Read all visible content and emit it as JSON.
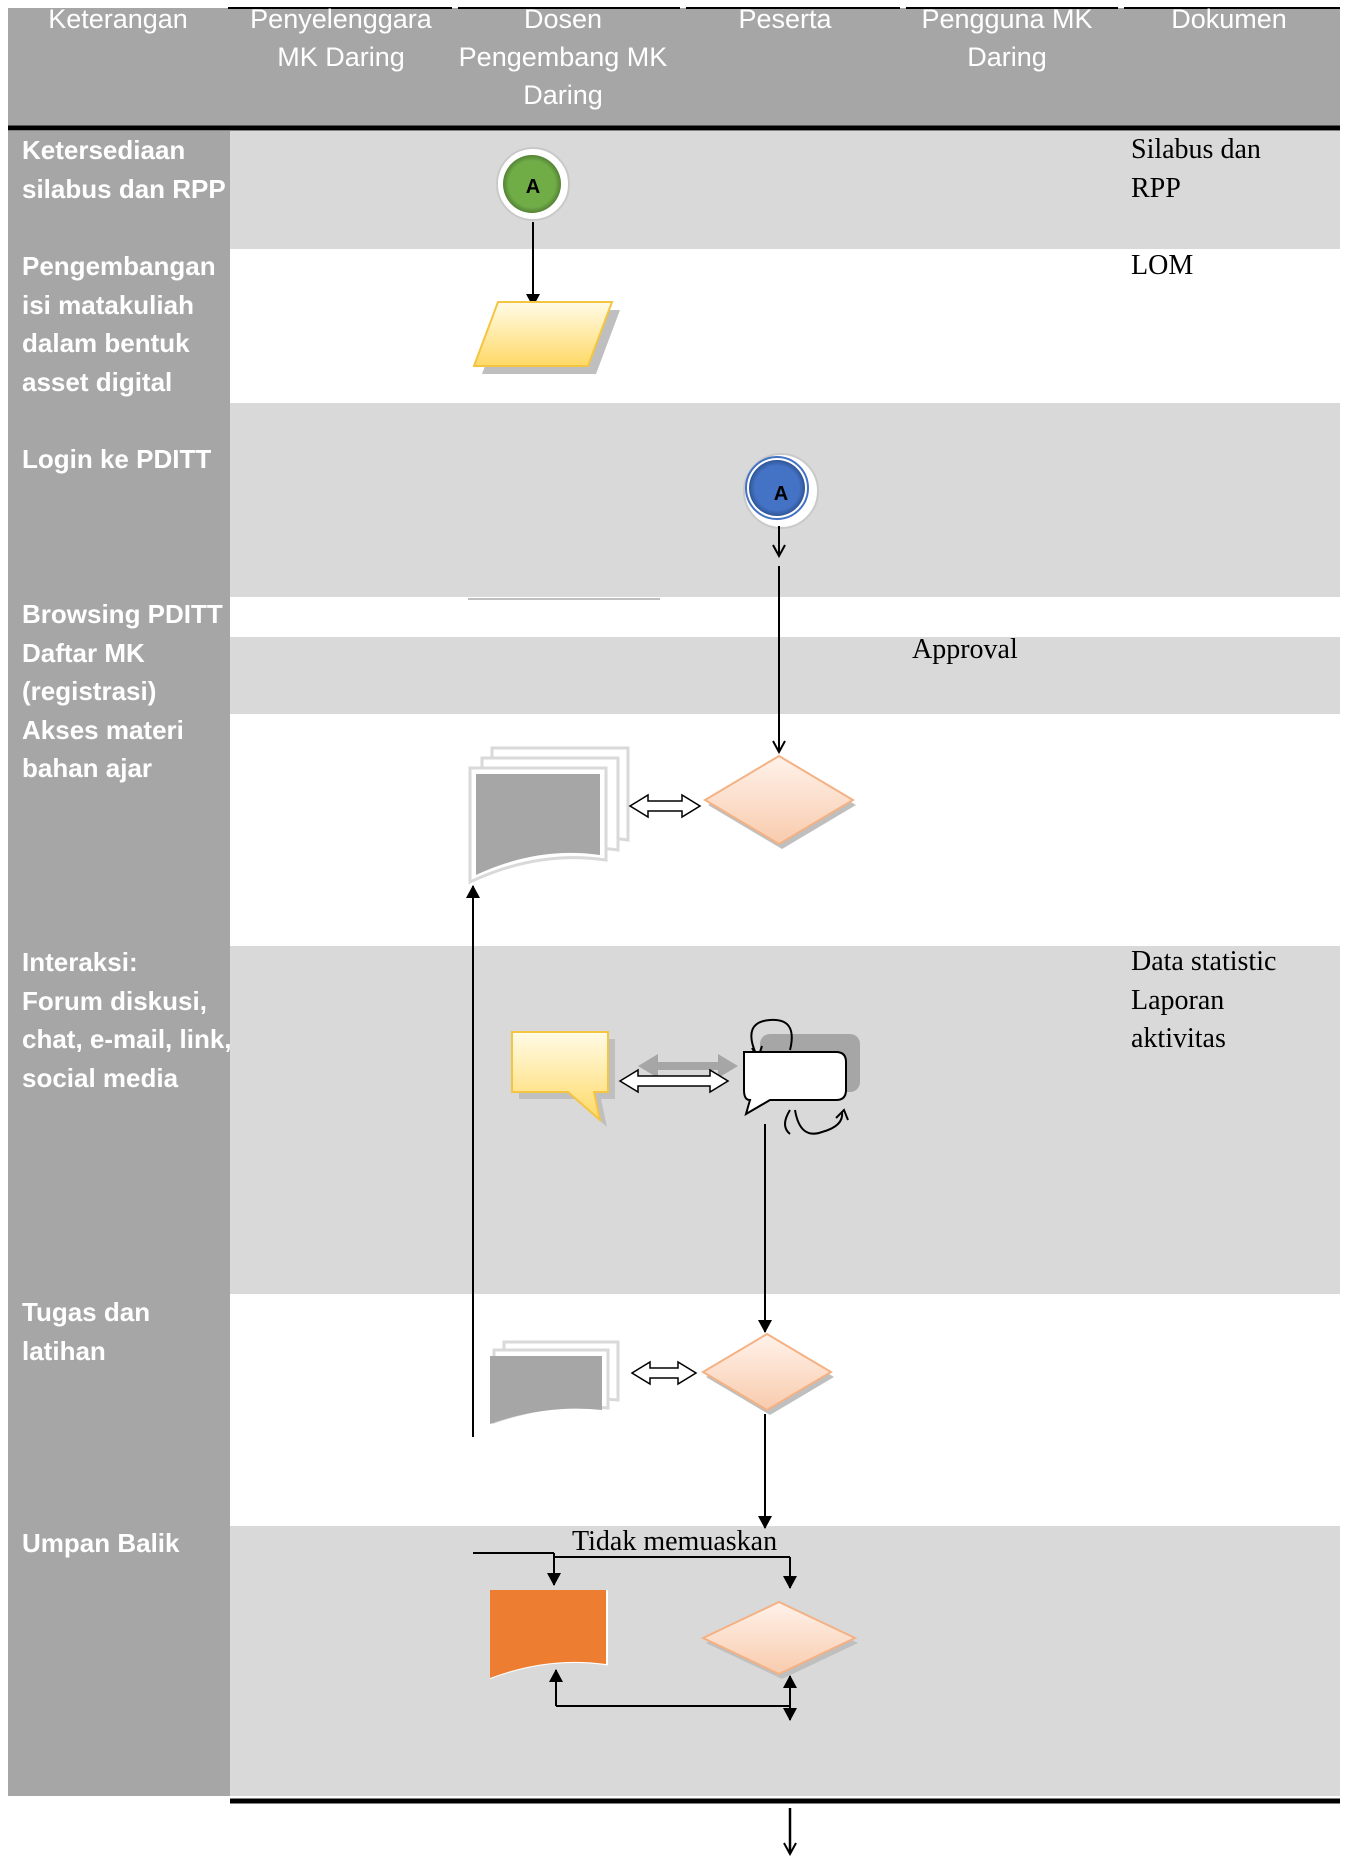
{
  "columns": [
    "Keterangan",
    "Penyelenggara\nMK Daring",
    "Dosen\nPengembang MK\nDaring",
    "Peserta",
    "Pengguna MK\nDaring",
    "Dokumen"
  ],
  "rows": {
    "ketersediaan": "Ketersediaan\nsilabus dan RPP",
    "pengembangan": "Pengembangan\nisi matakuliah\ndalam bentuk\nasset digital",
    "login": "Login ke PDITT",
    "browsing": "Browsing PDITT\nDaftar MK\n(registrasi)\nAkses materi\nbahan ajar",
    "interaksi": "Interaksi:\nForum diskusi,\nchat, e-mail, link,\nsocial media",
    "tugas": "Tugas dan\nlatihan",
    "umpan": "Umpan Balik"
  },
  "documents": {
    "silabus": "Silabus dan\nRPP",
    "lom": "LOM",
    "statistik": "Data statistic\nLaporan\naktivitas"
  },
  "connectors": {
    "green": "A",
    "blue": "A"
  },
  "flow_labels": {
    "approval": "Approval",
    "tidak_memuaskan": "Tidak memuaskan"
  },
  "colors": {
    "header_gray": "#a6a6a6",
    "band_gray": "#d9d9d9",
    "left_gray": "#a6a6a6",
    "decision_peach": "#f8cbad",
    "decision_edge": "#f4b183",
    "data_yellow": "#ffe699",
    "doc_orange": "#ed7d31",
    "connector_green": "#70ad47",
    "connector_blue": "#4472c4"
  },
  "icons": {
    "green_connector": "connector-a-green-icon",
    "blue_connector": "connector-a-blue-icon",
    "data_shape": "parallelogram-data-icon",
    "multi_document": "multi-document-icon",
    "callout": "speech-callout-icon",
    "chat_cycle": "chat-cycle-icon",
    "decision": "decision-diamond-icon",
    "document": "document-icon"
  }
}
